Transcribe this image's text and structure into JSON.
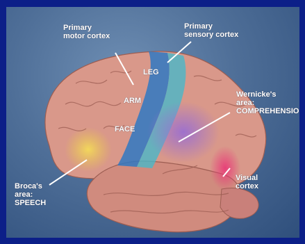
{
  "labels": {
    "primary_motor_cortex": "Primary\nmotor cortex",
    "primary_sensory_cortex": "Primary\nsensory cortex",
    "leg": "LEG",
    "arm": "ARM",
    "face": "FACE",
    "wernickes_area": "Wernicke's\narea:\nCOMPREHENSION",
    "brocas_area": "Broca's\narea:\nSPEECH",
    "visual_cortex": "Visual\ncortex"
  },
  "colors": {
    "frame": "#0c1f88",
    "brain": "#d9988a",
    "motor_cortex": "#2f78c2",
    "sensory_cortex": "#48b8c8",
    "wernickes_area": "#9b6fd0",
    "brocas_area": "#e8c84a",
    "visual_cortex": "#e0407a",
    "leader_lines": "#ffffff"
  }
}
